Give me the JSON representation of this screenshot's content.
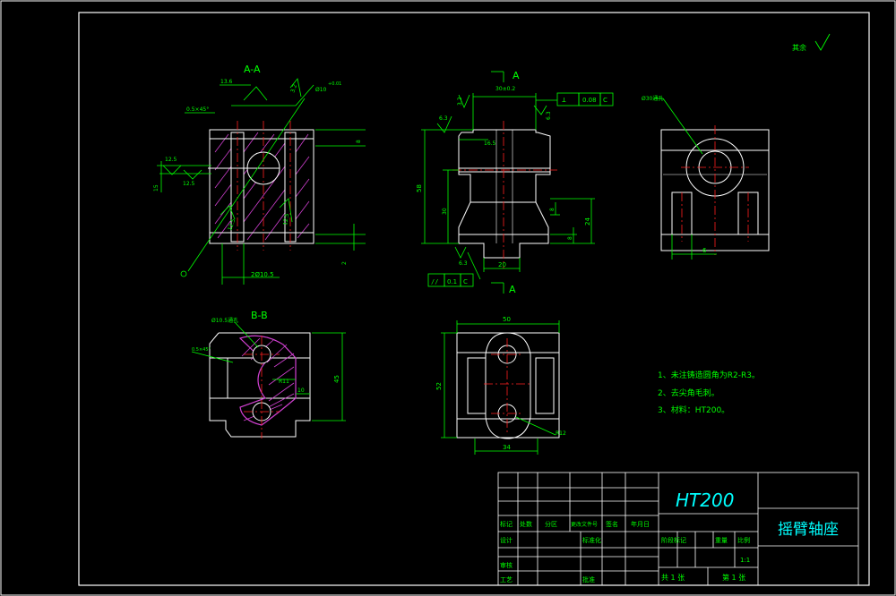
{
  "colors": {
    "background": "#000000",
    "outline": "#ffffff",
    "dimension": "#00ff00",
    "centerline": "#ff2020",
    "hatch": "#d040d0",
    "text": "#00ff00",
    "title_text": "#00ffff"
  },
  "views": {
    "section_aa_label": "A-A",
    "section_bb_label": "B-B",
    "view_arrow_label": "A",
    "view_arrow_label_2": "A"
  },
  "dimensions": {
    "aa_top": "13.6",
    "aa_hole": "Ø10",
    "aa_tol": "+0.01",
    "aa_chamfer": "0.5×45°",
    "aa_rough1": "12.5",
    "aa_rough2": "12.5",
    "aa_rough3": "12.5",
    "aa_rough4": "3.2",
    "aa_left": "15",
    "aa_right": "8",
    "aa_bottom_dim": "2Ø10.5",
    "aa_bottom_right": "2",
    "side_top": "30±0.2",
    "side_rough": "3.2",
    "side_rough2": "6.3",
    "side_rough3": "16.5",
    "side_rough4": "6.3",
    "side_rough5": "6.3",
    "side_height": "58",
    "side_height2": "30",
    "side_right1": "8",
    "side_right2": "8",
    "side_right3": "24",
    "side_bottom": "20",
    "side_geom_tol_sym": "⊥",
    "side_geom_tol_val": "0.08",
    "side_geom_tol_ref": "C",
    "side_par_sym": "//",
    "side_par_val": "0.1",
    "side_par_ref": "C",
    "right_hole": "Ø30通孔",
    "right_bottom": "6",
    "bb_hole": "Ø10.5通孔",
    "bb_chamfer": "0.5×45°",
    "bb_radius": "R11",
    "bb_dim": "10",
    "bb_height": "45",
    "bottom_width": "50",
    "bottom_height": "52",
    "bottom_width2": "34",
    "bottom_radius": "R12"
  },
  "roughness_note": "其余",
  "notes": [
    "1、未注铸造圆角为R2-R3。",
    "2、去尖角毛刺。",
    "3、材料：HT200。"
  ],
  "title_block": {
    "material": "HT200",
    "part_name": "摇臂轴座",
    "row_labels": [
      "标记",
      "处数",
      "分区",
      "更改文件号",
      "签名",
      "年月日"
    ],
    "design": "设计",
    "standardize": "标准化",
    "review": "审核",
    "process": "工艺",
    "approve": "批准",
    "stage_mark": "阶段标记",
    "weight": "重量",
    "scale_label": "比例",
    "scale": "1:1",
    "total_sheets": "共 1 张",
    "sheet_no": "第 1 张"
  }
}
